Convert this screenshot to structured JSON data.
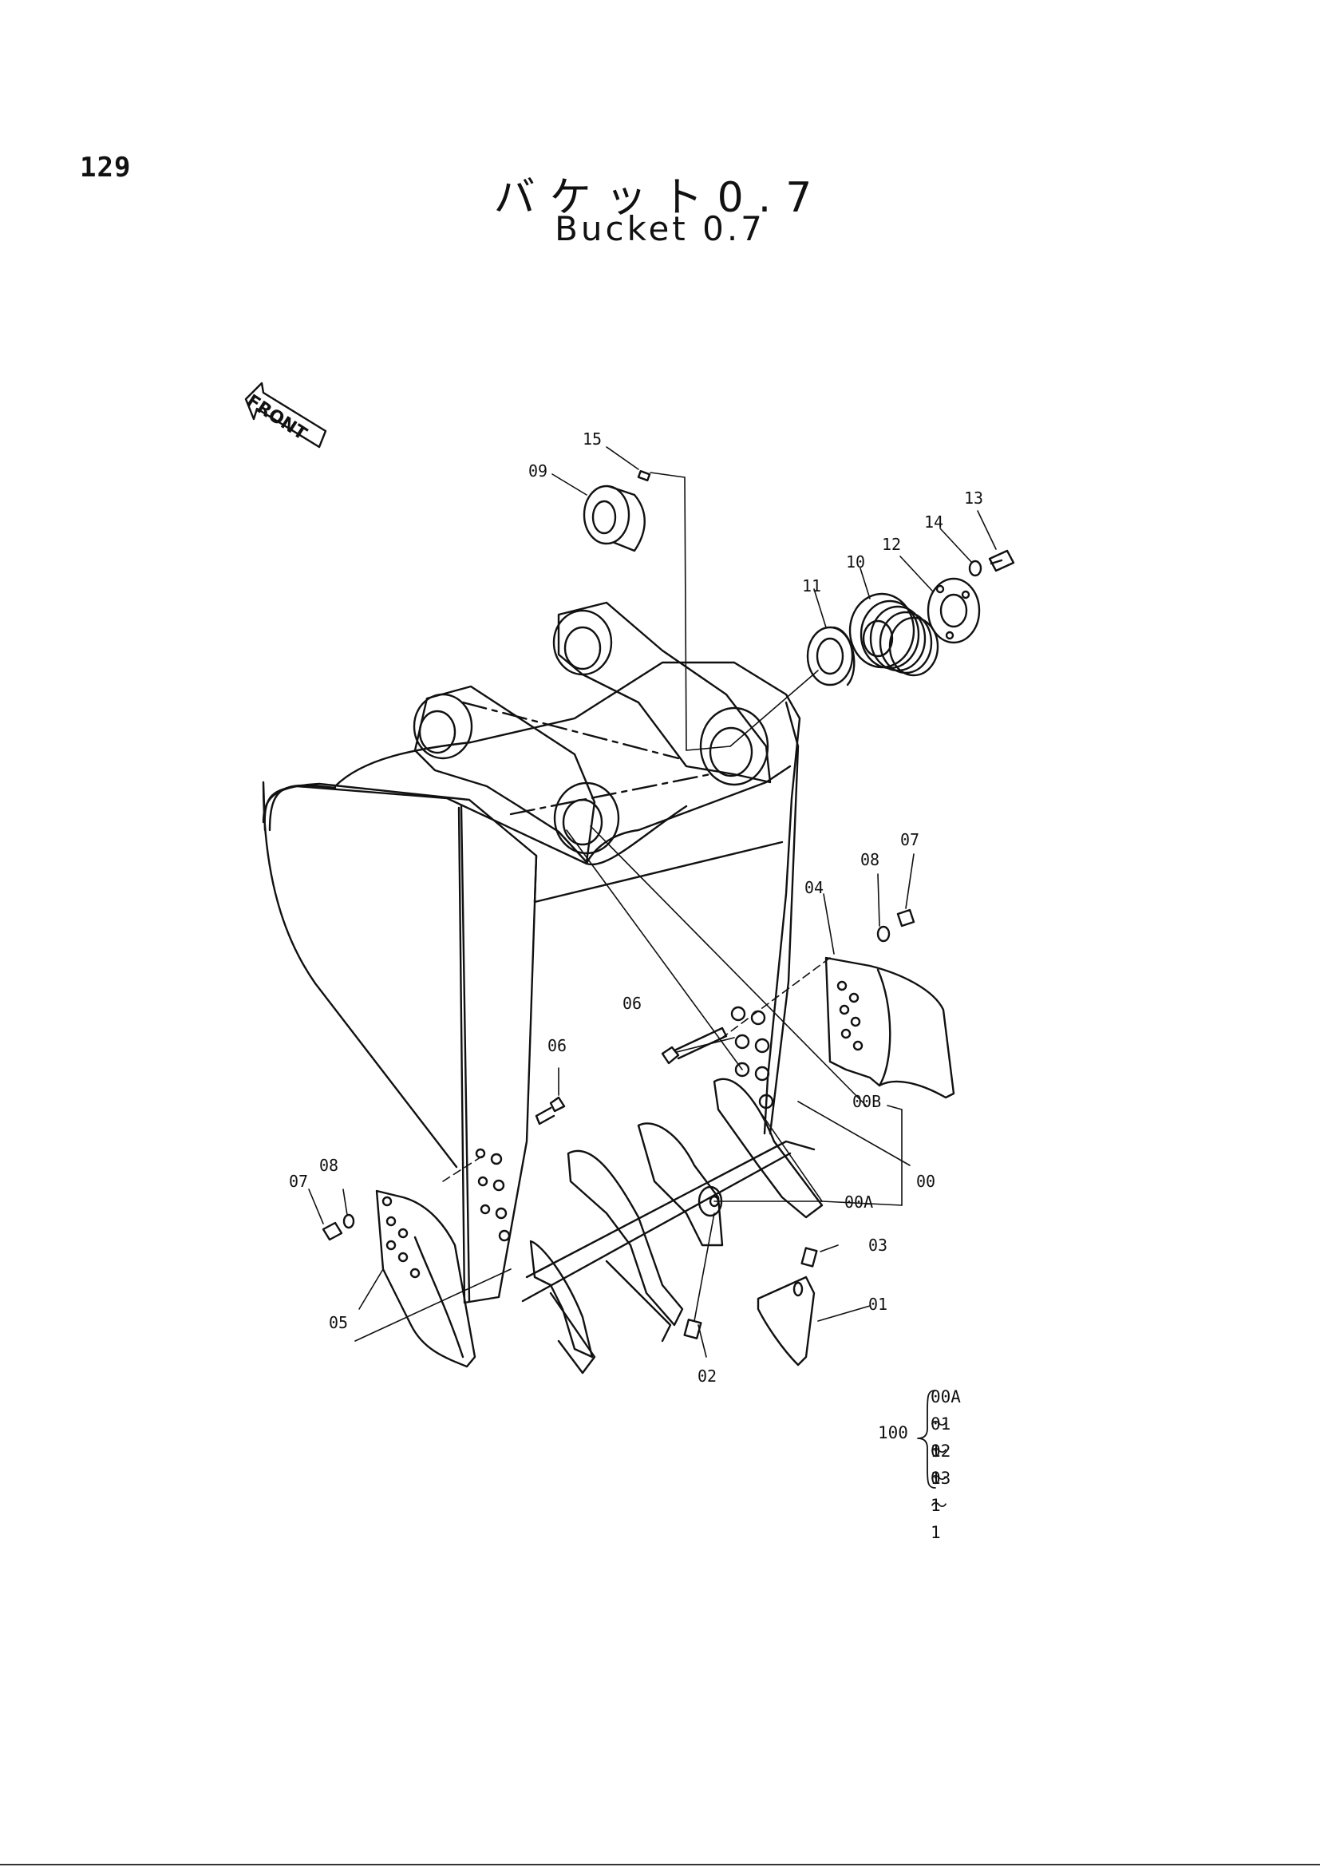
{
  "page_number": "129",
  "title_jp": "バケット0.7",
  "title_en": "Bucket 0.7",
  "front_label": "FRONT",
  "labels": [
    {
      "id": "15",
      "text": "15"
    },
    {
      "id": "09",
      "text": "09"
    },
    {
      "id": "13",
      "text": "13"
    },
    {
      "id": "14",
      "text": "14"
    },
    {
      "id": "12",
      "text": "12"
    },
    {
      "id": "10",
      "text": "10"
    },
    {
      "id": "11",
      "text": "11"
    },
    {
      "id": "07a",
      "text": "07"
    },
    {
      "id": "08a",
      "text": "08"
    },
    {
      "id": "04",
      "text": "04"
    },
    {
      "id": "06a",
      "text": "06"
    },
    {
      "id": "06b",
      "text": "06"
    },
    {
      "id": "00B",
      "text": "00B"
    },
    {
      "id": "00",
      "text": "00"
    },
    {
      "id": "00A",
      "text": "00A"
    },
    {
      "id": "03",
      "text": "03"
    },
    {
      "id": "01",
      "text": "01"
    },
    {
      "id": "02",
      "text": "02"
    },
    {
      "id": "07b",
      "text": "07"
    },
    {
      "id": "08b",
      "text": "08"
    },
    {
      "id": "05",
      "text": "05"
    }
  ],
  "legend": {
    "set_number": "100",
    "rows": [
      {
        "part": "00A",
        "qty": "1"
      },
      {
        "part": "01",
        "qty": "1"
      },
      {
        "part": "02",
        "qty": "1"
      },
      {
        "part": "03",
        "qty": "1"
      }
    ]
  }
}
